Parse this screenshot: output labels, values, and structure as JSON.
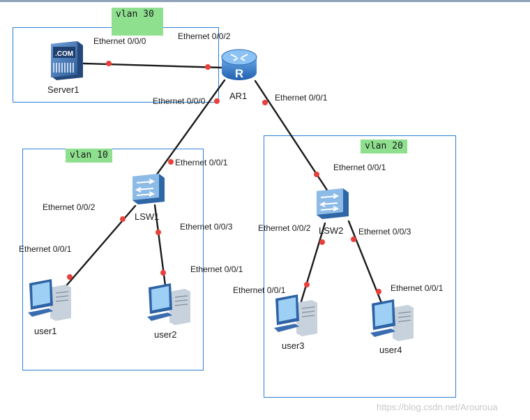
{
  "vlans": [
    {
      "id": "vlan30",
      "label": "vlan 30"
    },
    {
      "id": "vlan10",
      "label": "vlan 10"
    },
    {
      "id": "vlan20",
      "label": "vlan 20"
    }
  ],
  "devices": {
    "server1": {
      "label": "Server1",
      "icon": "server-icon",
      "screen_text": ".COM"
    },
    "ar1": {
      "label": "AR1",
      "icon": "router-icon",
      "glyph": "R"
    },
    "lsw1": {
      "label": "LSW1",
      "icon": "switch-icon"
    },
    "lsw2": {
      "label": "LSW2",
      "icon": "switch-icon"
    },
    "user1": {
      "label": "user1",
      "icon": "pc-icon"
    },
    "user2": {
      "label": "user2",
      "icon": "pc-icon"
    },
    "user3": {
      "label": "user3",
      "icon": "pc-icon"
    },
    "user4": {
      "label": "user4",
      "icon": "pc-icon"
    }
  },
  "ports": {
    "server1_e000": "Ethernet 0/0/0",
    "ar1_e002": "Ethernet 0/0/2",
    "ar1_e000": "Ethernet 0/0/0",
    "ar1_e001": "Ethernet 0/0/1",
    "lsw1_e001": "Ethernet 0/0/1",
    "lsw1_e002": "Ethernet 0/0/2",
    "lsw1_e003": "Ethernet 0/0/3",
    "user1_e001": "Ethernet 0/0/1",
    "user2_e001": "Ethernet 0/0/1",
    "lsw2_e001": "Ethernet 0/0/1",
    "lsw2_e002": "Ethernet 0/0/2",
    "lsw2_e003": "Ethernet 0/0/3",
    "user3_e001": "Ethernet 0/0/1",
    "user4_e001": "Ethernet 0/0/1"
  },
  "links": [
    {
      "from": "server1",
      "to": "ar1"
    },
    {
      "from": "ar1",
      "to": "lsw1"
    },
    {
      "from": "ar1",
      "to": "lsw2"
    },
    {
      "from": "lsw1",
      "to": "user1"
    },
    {
      "from": "lsw1",
      "to": "user2"
    },
    {
      "from": "lsw2",
      "to": "user3"
    },
    {
      "from": "lsw2",
      "to": "user4"
    }
  ],
  "colors": {
    "vlan_border": "#2b7fd4",
    "vlan_tag_bg": "#8ee08e",
    "link": "#1a1a1a",
    "port_dot": "#e8403a",
    "device_blue": "#3d7cc9"
  },
  "watermark": "https://blog.csdn.net/Arouroua"
}
